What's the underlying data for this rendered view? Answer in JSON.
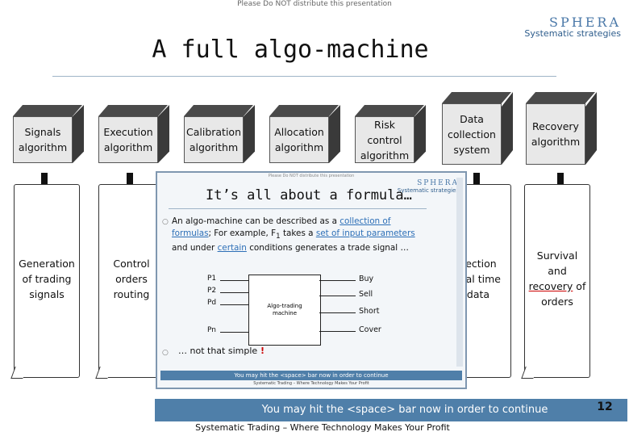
{
  "notice": "Please Do NOT distribute this presentation",
  "logo": {
    "word": "SPHERA",
    "sub": "Systematic strategies"
  },
  "title": "A full algo-machine",
  "modules": [
    {
      "label": "Signals\nalgorithm",
      "output": "Generation\nof trading\nsignals"
    },
    {
      "label": "Execution\nalgorithm",
      "output": "Control\norders\nrouting"
    },
    {
      "label": "Calibration\nalgorithm",
      "output": ""
    },
    {
      "label": "Allocation\nalgorithm",
      "output": ""
    },
    {
      "label": "Risk control\nalgorithm",
      "output": ""
    },
    {
      "label": "Data\ncollection\nsystem",
      "output": "llection\nreal time\ndata"
    },
    {
      "label": "Recovery\nalgorithm",
      "output_pre": "Survival\nand\n",
      "output_link": "recovery",
      "output_post": " of\norders"
    }
  ],
  "overlay": {
    "notice": "Please Do NOT distribute this presentation",
    "logo_word": "SPHERA",
    "logo_sub": "Systematic strategies",
    "title": "It’s all about a formula…",
    "para": {
      "t1": "An algo-machine can be described as a ",
      "link1": "collection of formulas",
      "t2": "; For example, F",
      "sub1": "1",
      "t3": " takes a ",
      "link2": "set of input parameters",
      "t4": " and under ",
      "link3": "certain",
      "t5": " conditions generates a trade signal …"
    },
    "inputs": [
      "P1",
      "P2",
      "Pd",
      "Pn"
    ],
    "box": "Algo-trading\nmachine",
    "outputs": [
      "Buy",
      "Sell",
      "Short",
      "Cover"
    ],
    "end_pre": "… not that simple",
    "end_mark": " !",
    "hint": "You may hit the <space> bar now in order to continue",
    "footer": "Systematic Trading – Where Technology Makes Your Profit"
  },
  "hint": "You may hit the <space> bar now in order to continue",
  "page_number": "12",
  "footer": "Systematic Trading – Where Technology Makes Your Profit"
}
